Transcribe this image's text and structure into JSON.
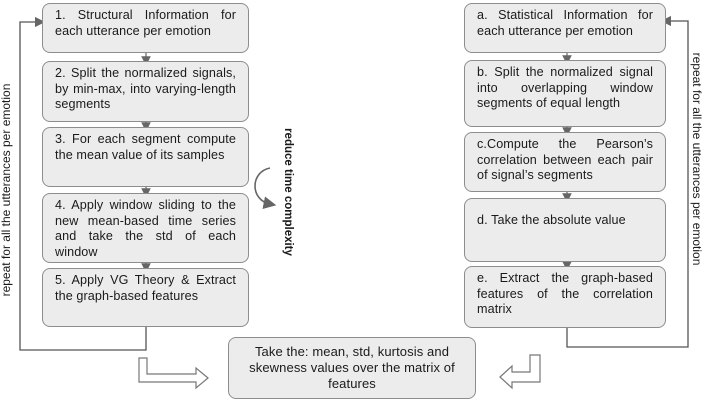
{
  "left_steps": [
    "1. Structural Information for each utterance per emotion",
    "2. Split the normalized signals, by min-max, into varying-length segments",
    "3. For each segment compute the mean value of its samples",
    "4. Apply window sliding to the new mean-based time series and take the std of each window",
    "5. Apply VG Theory & Extract the graph-based features"
  ],
  "right_steps": [
    "a. Statistical Information for each utterance per emotion",
    "b. Split the normalized signal into overlapping window segments of equal length",
    "c.Compute the Pearson’s correlation between each pair of signal’s segments",
    "d. Take the absolute value",
    "e. Extract the graph-based features of the correlation matrix"
  ],
  "bottom_box": "Take the: mean, std, kurtosis and skewness values over the matrix of features",
  "left_loop_label": "repeat for all the utterances per emotion",
  "right_loop_label": "repeat for all the utterances per emotion",
  "annotation": "reduce time complexity",
  "colors": {
    "box_fill": "#ececec",
    "box_border": "#8d8d8d",
    "line": "#555555"
  }
}
